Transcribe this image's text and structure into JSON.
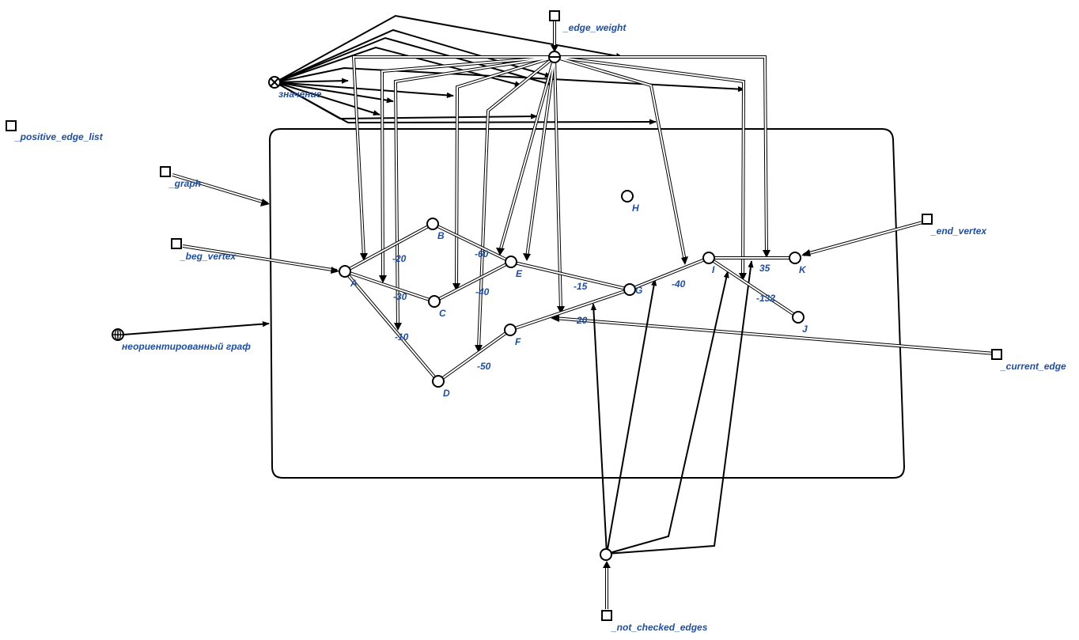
{
  "colors": {
    "label": "#1f4e9c",
    "line": "#000000",
    "background": "#ffffff"
  },
  "labels": {
    "edge_weight": "_edge_weight",
    "znachenie": "значение",
    "positive_edge_list": "_positive_edge_list",
    "graph": "_graph",
    "beg_vertex": "_beg_vertex",
    "end_vertex": "_end_vertex",
    "current_edge": "_current_edge",
    "not_checked_edges": "_not_checked_edges",
    "undirected_graph": "неориентированный граф"
  },
  "vertices": [
    {
      "id": "A",
      "label": "A"
    },
    {
      "id": "B",
      "label": "B"
    },
    {
      "id": "C",
      "label": "C"
    },
    {
      "id": "D",
      "label": "D"
    },
    {
      "id": "E",
      "label": "E"
    },
    {
      "id": "F",
      "label": "F"
    },
    {
      "id": "G",
      "label": "G"
    },
    {
      "id": "H",
      "label": "H"
    },
    {
      "id": "I",
      "label": "I"
    },
    {
      "id": "J",
      "label": "J"
    },
    {
      "id": "K",
      "label": "K"
    }
  ],
  "edges": [
    {
      "from": "A",
      "to": "B",
      "weight": "-20"
    },
    {
      "from": "A",
      "to": "C",
      "weight": "-30"
    },
    {
      "from": "A",
      "to": "D",
      "weight": "-10"
    },
    {
      "from": "B",
      "to": "E",
      "weight": "-60"
    },
    {
      "from": "C",
      "to": "E",
      "weight": "-40"
    },
    {
      "from": "D",
      "to": "F",
      "weight": "-50"
    },
    {
      "from": "E",
      "to": "G",
      "weight": "-15"
    },
    {
      "from": "F",
      "to": "G",
      "weight": "-20"
    },
    {
      "from": "G",
      "to": "I",
      "weight": "-40"
    },
    {
      "from": "I",
      "to": "J",
      "weight": "-132"
    },
    {
      "from": "I",
      "to": "K",
      "weight": "35"
    }
  ]
}
